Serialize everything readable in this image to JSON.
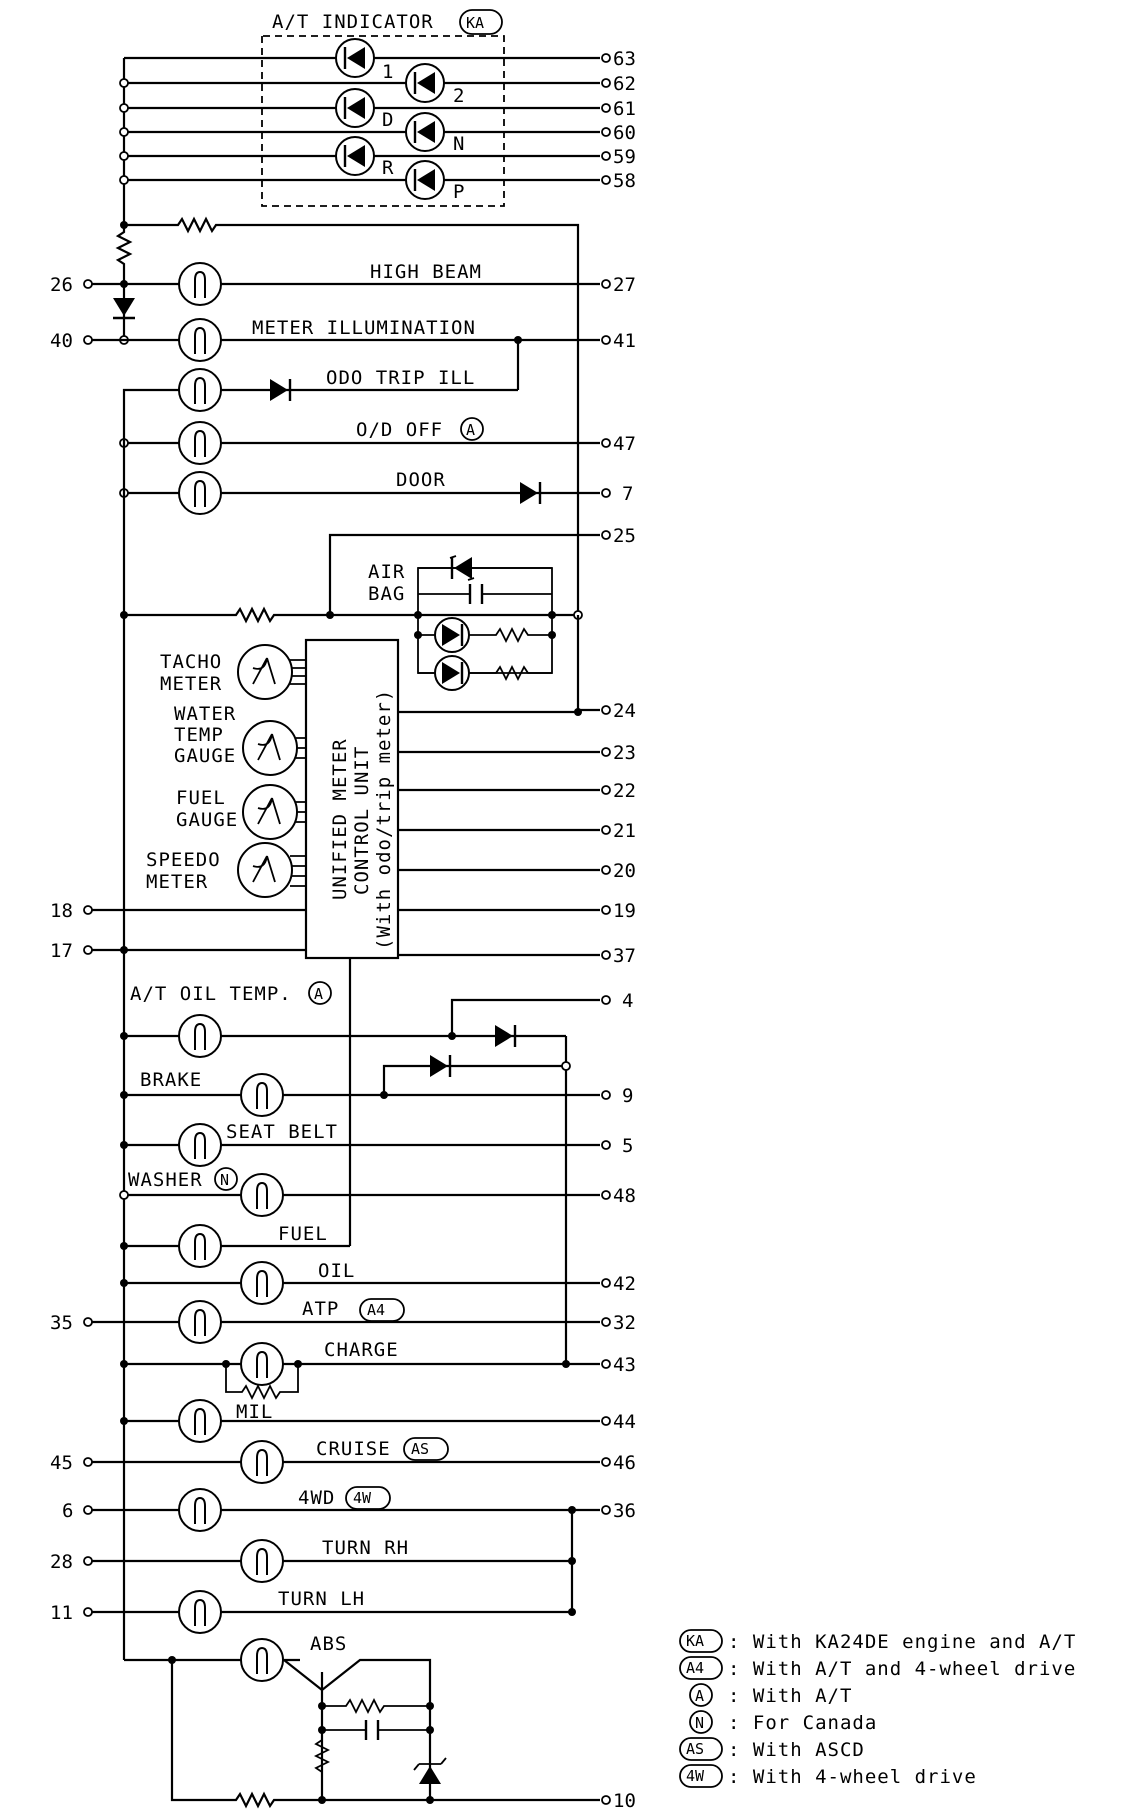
{
  "title": "A/T INDICATOR",
  "title_badge": "KA",
  "at_indicator": [
    {
      "label": "1",
      "terminal": "63"
    },
    {
      "label": "2",
      "terminal": "62"
    },
    {
      "label": "D",
      "terminal": "61"
    },
    {
      "label": "N",
      "terminal": "60"
    },
    {
      "label": "R",
      "terminal": "59"
    },
    {
      "label": "P",
      "terminal": "58"
    }
  ],
  "lamps": {
    "high_beam": "HIGH BEAM",
    "meter_illumination": "METER ILLUMINATION",
    "odo_trip_ill": "ODO TRIP ILL",
    "od_off": "O/D OFF",
    "door": "DOOR",
    "air_bag_1": "AIR",
    "air_bag_2": "BAG",
    "at_oil_temp": "A/T OIL TEMP.",
    "brake": "BRAKE",
    "seat_belt": "SEAT BELT",
    "washer": "WASHER",
    "fuel": "FUEL",
    "oil": "OIL",
    "atp": "ATP",
    "charge": "CHARGE",
    "mil": "MIL",
    "cruise": "CRUISE",
    "fwd": "4WD",
    "turn_rh": "TURN RH",
    "turn_lh": "TURN LH",
    "abs": "ABS"
  },
  "badges": {
    "a": "A",
    "n": "N",
    "a4": "A4",
    "as": "AS",
    "w4": "4W"
  },
  "gauges": {
    "tacho_1": "TACHO",
    "tacho_2": "METER",
    "water_1": "WATER",
    "water_2": "TEMP",
    "water_3": "GAUGE",
    "fuel_1": "FUEL",
    "fuel_2": "GAUGE",
    "speedo_1": "SPEEDO",
    "speedo_2": "METER"
  },
  "control_unit": {
    "line1": "UNIFIED METER",
    "line2": "CONTROL UNIT",
    "line3": "(With odo/trip meter)"
  },
  "terminals_left": {
    "t26": "26",
    "t40": "40",
    "t18": "18",
    "t17": "17",
    "t35": "35",
    "t45": "45",
    "t6": "6",
    "t28": "28",
    "t11": "11"
  },
  "terminals_right": {
    "t27": "27",
    "t41": "41",
    "t47": "47",
    "t7": "7",
    "t25": "25",
    "t24": "24",
    "t23": "23",
    "t22": "22",
    "t21": "21",
    "t20": "20",
    "t19": "19",
    "t37": "37",
    "t4": "4",
    "t9": "9",
    "t5": "5",
    "t48": "48",
    "t42": "42",
    "t32": "32",
    "t43": "43",
    "t44": "44",
    "t46": "46",
    "t36": "36",
    "t10": "10"
  },
  "legend": [
    {
      "code": "KA",
      "text": ": With KA24DE engine and A/T"
    },
    {
      "code": "A4",
      "text": ": With A/T and 4-wheel drive"
    },
    {
      "code": "A",
      "text": ": With A/T"
    },
    {
      "code": "N",
      "text": ": For Canada"
    },
    {
      "code": "AS",
      "text": ": With ASCD"
    },
    {
      "code": "4W",
      "text": ": With 4-wheel drive"
    }
  ]
}
